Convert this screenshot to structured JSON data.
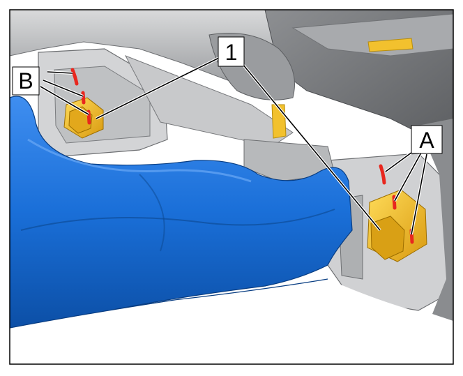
{
  "figure": {
    "labels": {
      "one": "1",
      "a": "A",
      "b": "B"
    },
    "colors": {
      "subframe_gray": "#bcbec0",
      "control_arm_blue": "#1a6fd8",
      "bolt_yellow": "#f2c12e",
      "torque_mark_red": "#e8271e",
      "leader_line": "#000000",
      "frame_border": "#000000"
    },
    "parts": [
      "subframe",
      "lower-control-arm",
      "front-mounting-bolt",
      "rear-mounting-bolt",
      "torque-marks"
    ]
  }
}
